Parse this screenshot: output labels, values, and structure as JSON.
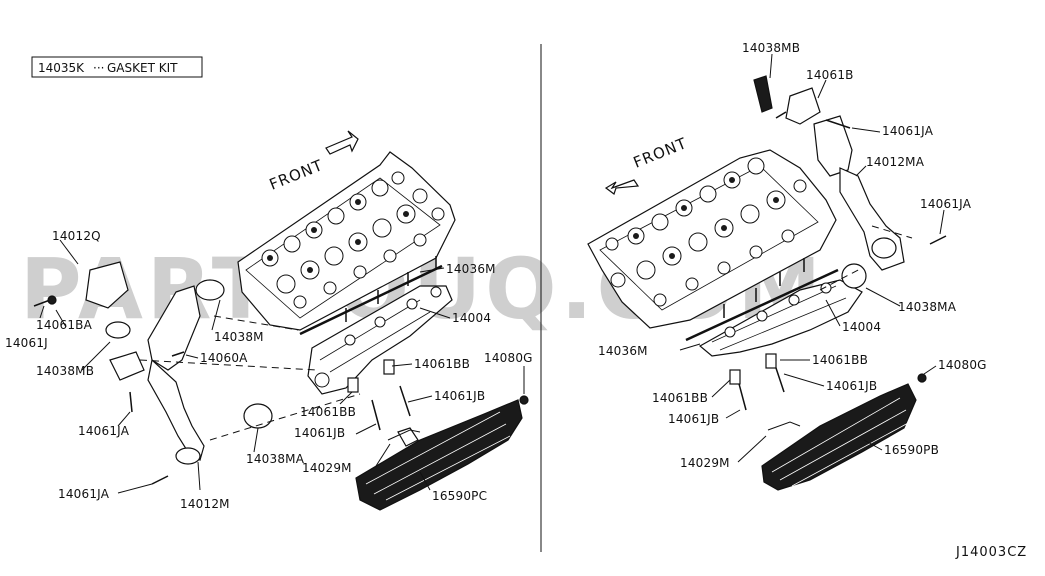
{
  "watermark": "PARTSOUQ.COM",
  "kit_label": "14035K",
  "kit_sep": "···",
  "kit_text": "GASKET KIT",
  "front_left": "FRONT",
  "front_right": "FRONT",
  "diagram_code": "J14003CZ",
  "labels_left": {
    "l14012Q": "14012Q",
    "l14061BA": "14061BA",
    "l14061J": "14061J",
    "l14038MB": "14038MB",
    "l14061JA_a": "14061JA",
    "l14061JA_b": "14061JA",
    "l14038M": "14038M",
    "l14060A": "14060A",
    "l14038MA": "14038MA",
    "l14012M": "14012M",
    "l14036M": "14036M",
    "l14004": "14004",
    "l14061BB_a": "14061BB",
    "l14061BB_b": "14061BB",
    "l14061JB_a": "14061JB",
    "l14061JB_b": "14061JB",
    "l14080G": "14080G",
    "l14029M": "14029M",
    "l16590PC": "16590PC"
  },
  "labels_right": {
    "r14038MB": "14038MB",
    "r14061B": "14061B",
    "r14061JA_a": "14061JA",
    "r14012MA": "14012MA",
    "r14061JA_b": "14061JA",
    "r14038MA": "14038MA",
    "r14004": "14004",
    "r14036M": "14036M",
    "r14061BB_a": "14061BB",
    "r14061BB_b": "14061BB",
    "r14061JB_a": "14061JB",
    "r14061JB_b": "14061JB",
    "r14080G": "14080G",
    "r14029M": "14029M",
    "r16590PB": "16590PB"
  }
}
